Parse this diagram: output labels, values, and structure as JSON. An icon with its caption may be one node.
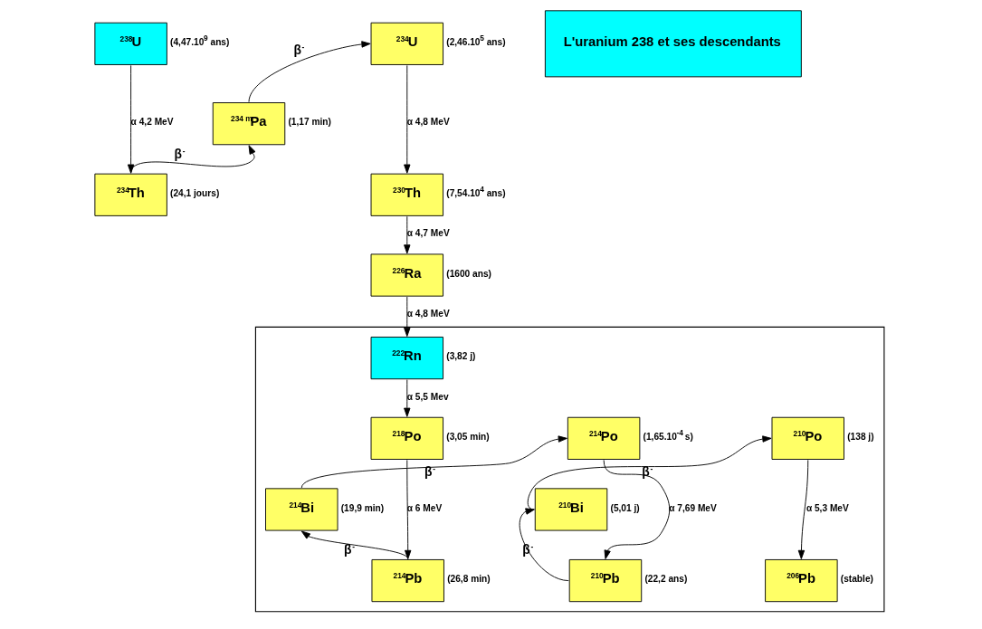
{
  "diagram": {
    "nodes": [
      {
        "text": [
          "$^{238}$U"
        ],
        "beside": [
          "(4,47.10$^{9}$ ans)"
        ]
      },
      {
        "text": [
          "$^{234}$Th"
        ],
        "beside": [
          "(24,1 jours)"
        ]
      },
      {
        "text": [
          "$^{234 m}$Pa"
        ],
        "beside": [
          "(1,17 min)"
        ]
      },
      {
        "text": [
          "$^{234}$U"
        ],
        "beside": [
          "(2,46.10$^{5}$ ans)"
        ]
      },
      {
        "text": [
          "L'uranium 238 et ses descendants"
        ]
      },
      {
        "text": [
          "$^{230}$Th"
        ],
        "beside": [
          "(7,54.10$^{4}$ ans)"
        ]
      },
      {
        "text": [
          "$^{226}$Ra"
        ],
        "beside": [
          "(1600 ans)"
        ]
      },
      {
        "text": [],
        "shape": "box"
      },
      {
        "text": [
          "$^{222}$Rn"
        ],
        "beside": [
          "(3,82 j)"
        ],
        "in": 7
      },
      {
        "text": [
          "$^{218}$Po"
        ],
        "beside": [
          "(3,05 min)"
        ],
        "in": 7
      },
      {
        "text": [
          "$^{214}$Bi"
        ],
        "beside": [
          "(19,9 min)"
        ],
        "in": 7
      },
      {
        "text": [
          "$^{214}$Po"
        ],
        "beside": [
          "(1,65.10$^{-4}$ s)"
        ],
        "in": 7
      },
      {
        "text": [
          "$^{210}$Bi"
        ],
        "beside": [
          "(5,01 j)"
        ],
        "in": 7
      },
      {
        "text": [
          "$^{210}$Po"
        ],
        "beside": [
          "(138 j)"
        ],
        "in": 7
      },
      {
        "text": [
          "$^{214}$Pb"
        ],
        "beside": [
          "(26,8 min)"
        ],
        "in": 7
      },
      {
        "text": [
          "$^{210}$Pb"
        ],
        "beside": [
          "(22,2 ans)"
        ],
        "in": 7
      },
      {
        "text": [
          "$^{206}$Pb"
        ],
        "beside": [
          "(stable)"
        ],
        "in": 7
      }
    ],
    "edges": [
      {
        "from": 0,
        "to": 1,
        "arrow": "to",
        "label": "α 4,2 MeV"
      },
      {
        "from": 1,
        "to": 2,
        "arrow": "to",
        "label": "β$^{-}$"
      },
      {
        "from": 2,
        "to": 3,
        "arrow": "to",
        "label": "β$^{-}$"
      },
      {
        "from": 3,
        "to": 5,
        "arrow": "to",
        "label": "α 4,8 MeV"
      },
      {
        "from": 5,
        "to": 6,
        "arrow": "to",
        "label": "α 4,7 MeV"
      },
      {
        "from": 6,
        "to": 8,
        "arrow": "to",
        "label": "α 4,8 MeV"
      },
      {
        "from": 8,
        "to": 9,
        "arrow": "to",
        "label": "α 5,5 Mev"
      },
      {
        "from": 9,
        "to": 14,
        "arrow": "to",
        "label": "α 6 MeV"
      },
      {
        "from": 14,
        "to": 10,
        "arrow": "to",
        "label": "β$^{-}$"
      },
      {
        "from": 10,
        "to": 11,
        "arrow": "to",
        "label": "β$^{-}$"
      },
      {
        "from": 11,
        "to": 15,
        "arrow": "to",
        "label": "α 7,69 MeV"
      },
      {
        "from": 15,
        "to": 12,
        "arrow": "to",
        "label": "β$^{-}$"
      },
      {
        "from": 12,
        "to": 13,
        "arrow": "to",
        "label": "β$^{-}$"
      },
      {
        "from": 13,
        "to": 16,
        "arrow": "to",
        "label": "α 5,3 MeV"
      }
    ]
  }
}
